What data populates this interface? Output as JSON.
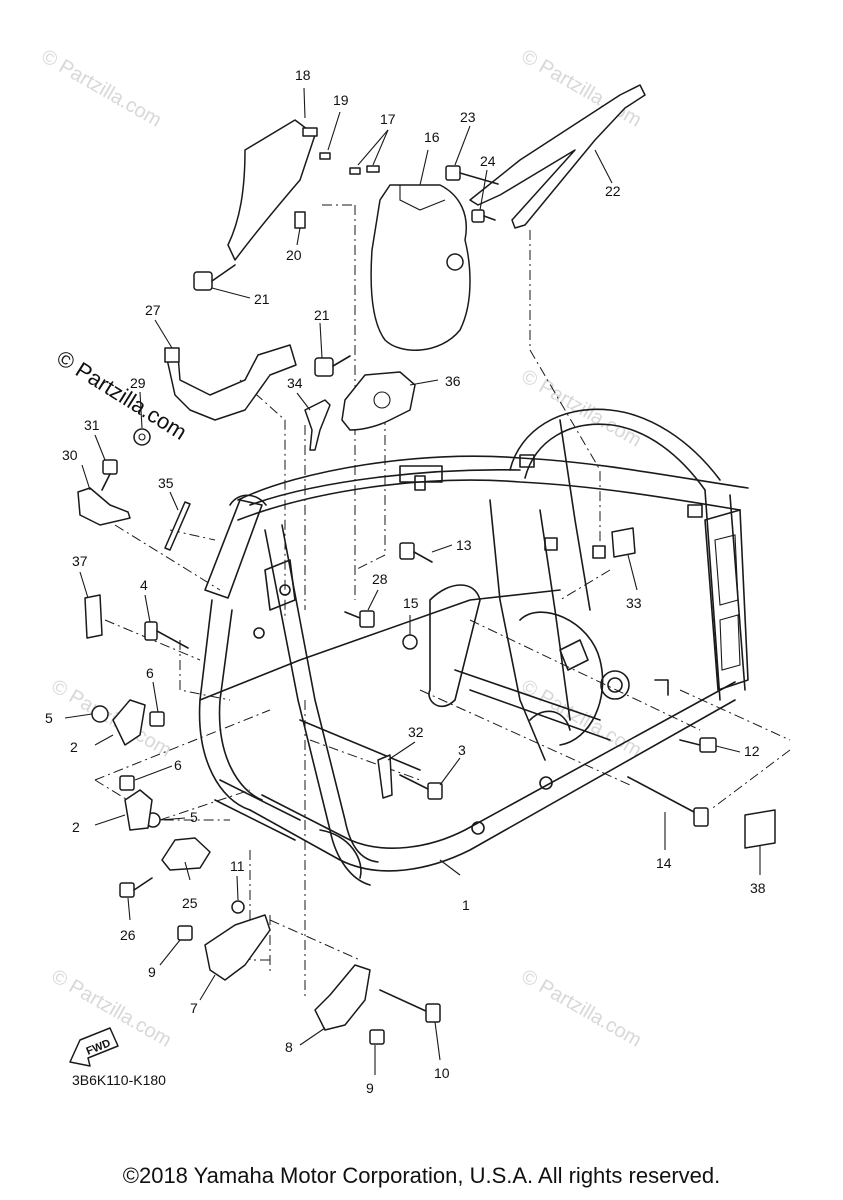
{
  "callouts": [
    "1",
    "2",
    "2",
    "3",
    "4",
    "5",
    "5",
    "6",
    "6",
    "7",
    "8",
    "9",
    "9",
    "10",
    "11",
    "12",
    "13",
    "14",
    "15",
    "16",
    "17",
    "18",
    "19",
    "20",
    "21",
    "21",
    "22",
    "23",
    "24",
    "25",
    "26",
    "27",
    "28",
    "29",
    "30",
    "31",
    "32",
    "33",
    "34",
    "35",
    "36",
    "37",
    "38"
  ],
  "watermark": "© Partzilla.com",
  "fwd_label": "FWD",
  "part_code": "3B6K110-K180",
  "copyright": "©2018 Yamaha Motor Corporation, U.S.A. All rights reserved."
}
